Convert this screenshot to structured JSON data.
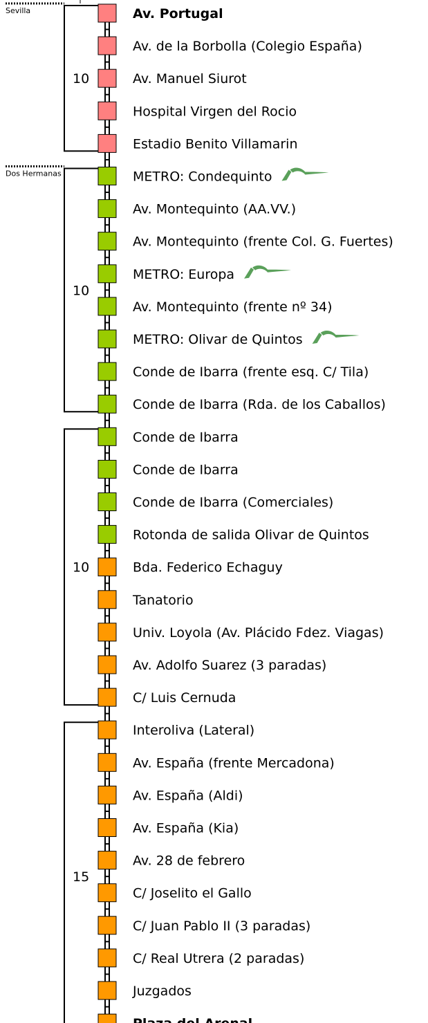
{
  "colors": {
    "pink": "#ff8080",
    "green": "#99cc00",
    "orange": "#ff9900",
    "metro": "#5aa05a",
    "line": "#000000"
  },
  "zones": [
    {
      "name": "Sevilla"
    },
    {
      "name": "Dos Hermanas"
    }
  ],
  "groups": [
    {
      "label": "10"
    },
    {
      "label": "10"
    },
    {
      "label": "10"
    },
    {
      "label": "15"
    }
  ],
  "stops": [
    {
      "name": "Av. Portugal",
      "color": "pink",
      "bold": true
    },
    {
      "name": "Av. de la Borbolla (Colegio España)",
      "color": "pink"
    },
    {
      "name": "Av. Manuel Siurot",
      "color": "pink"
    },
    {
      "name": "Hospital Virgen del Rocio",
      "color": "pink"
    },
    {
      "name": "Estadio Benito Villamarin",
      "color": "pink"
    },
    {
      "name": "METRO: Condequinto",
      "color": "green",
      "metro": true
    },
    {
      "name": "Av. Montequinto (AA.VV.)",
      "color": "green"
    },
    {
      "name": "Av. Montequinto (frente Col. G. Fuertes)",
      "color": "green"
    },
    {
      "name": "METRO: Europa",
      "color": "green",
      "metro": true
    },
    {
      "name": "Av. Montequinto (frente nº 34)",
      "color": "green"
    },
    {
      "name": "METRO: Olivar de Quintos",
      "color": "green",
      "metro": true
    },
    {
      "name": "Conde de Ibarra (frente esq. C/ Tila)",
      "color": "green"
    },
    {
      "name": "Conde de Ibarra (Rda. de los Caballos)",
      "color": "green"
    },
    {
      "name": "Conde de Ibarra",
      "color": "green"
    },
    {
      "name": "Conde de Ibarra",
      "color": "green"
    },
    {
      "name": "Conde de Ibarra (Comerciales)",
      "color": "green"
    },
    {
      "name": "Rotonda de salida Olivar de Quintos",
      "color": "green"
    },
    {
      "name": "Bda. Federico Echaguy",
      "color": "orange"
    },
    {
      "name": "Tanatorio",
      "color": "orange"
    },
    {
      "name": "Univ. Loyola (Av. Plácido Fdez. Viagas)",
      "color": "orange"
    },
    {
      "name": "Av. Adolfo Suarez (3 paradas)",
      "color": "orange"
    },
    {
      "name": "C/ Luis Cernuda",
      "color": "orange"
    },
    {
      "name": "Interoliva (Lateral)",
      "color": "orange"
    },
    {
      "name": "Av. España (frente Mercadona)",
      "color": "orange"
    },
    {
      "name": "Av. España (Aldi)",
      "color": "orange"
    },
    {
      "name": "Av. España (Kia)",
      "color": "orange"
    },
    {
      "name": "Av. 28 de febrero",
      "color": "orange"
    },
    {
      "name": "C/ Joselito el Gallo",
      "color": "orange"
    },
    {
      "name": "C/ Juan Pablo II (3 paradas)",
      "color": "orange"
    },
    {
      "name": "C/ Real Utrera (2 paradas)",
      "color": "orange"
    },
    {
      "name": "Juzgados",
      "color": "orange"
    },
    {
      "name": "Plaza del Arenal",
      "color": "orange",
      "bold": true
    }
  ]
}
